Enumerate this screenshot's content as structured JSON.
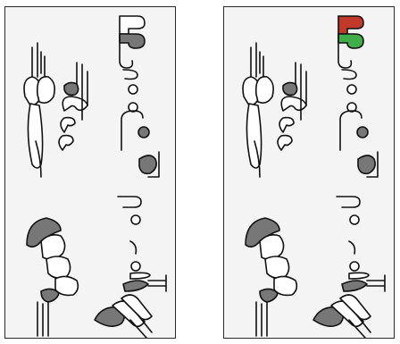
{
  "panels": [
    {
      "id": "left",
      "highlighted_keys": []
    },
    {
      "id": "right",
      "highlighted_keys": [
        {
          "key": "upper-register-key",
          "color": "#c0392b"
        },
        {
          "key": "second-register-key",
          "color": "#3fae49"
        }
      ]
    }
  ],
  "colors": {
    "pressed_key": "#777777",
    "open_key": "#ffffff",
    "outline": "#111111",
    "panel_background": "#f4f4f4",
    "highlight_red": "#c0392b",
    "highlight_green": "#3fae49"
  },
  "key_states": {
    "octave-key-lower": "pressed",
    "tone-hole-1": "open",
    "tone-hole-2": "open",
    "tone-hole-3": "open",
    "tone-hole-4": "pressed",
    "tone-hole-5": "open",
    "tone-hole-6": "open",
    "left-cluster-round-key": "pressed",
    "right-cluster-flat-key": "pressed",
    "low-spatula-key": "pressed",
    "palm-key-left": "pressed"
  }
}
